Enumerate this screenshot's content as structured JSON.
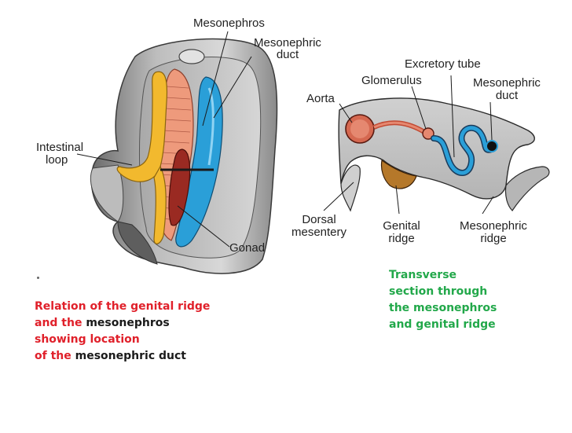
{
  "labels": {
    "mesonephros": "Mesonephros",
    "mesonephric_duct_left_1": "Mesonephric",
    "mesonephric_duct_left_2": "duct",
    "intestinal_loop_1": "Intestinal",
    "intestinal_loop_2": "loop",
    "gonad": "Gonad",
    "aorta": "Aorta",
    "excretory_tube": "Excretory tube",
    "glomerulus": "Glomerulus",
    "mesonephric_duct_right_1": "Mesonephric",
    "mesonephric_duct_right_2": "duct",
    "dorsal_mesentery_1": "Dorsal",
    "dorsal_mesentery_2": "mesentery",
    "genital_ridge_1": "Genital",
    "genital_ridge_2": "ridge",
    "mesonephric_ridge_1": "Mesonephric",
    "mesonephric_ridge_2": "ridge"
  },
  "caption_left": {
    "line1": "Relation of the genital ridge",
    "line2_a": "and the ",
    "line2_b": "mesonephros",
    "line3": "showing location",
    "line4_a": "of the ",
    "line4_b": "mesonephric duct"
  },
  "caption_right": {
    "line1": "Transverse",
    "line2": "section through",
    "line3": "the mesonephros",
    "line4": "and genital ridge"
  },
  "colors": {
    "caption_red": "#e0202a",
    "caption_green": "#22a84a",
    "mesonephros_salmon": "#ee9a7c",
    "mesonephric_duct_blue": "#2a9fd8",
    "gonad_red": "#9a2a22",
    "intestinal_yellow": "#f2b92e",
    "tissue_gray": "#c8c8c8"
  }
}
